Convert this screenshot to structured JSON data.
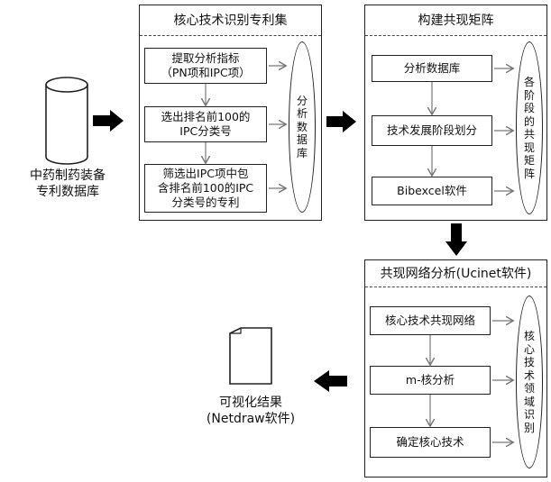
{
  "database": {
    "label": "中药制药装备\n专利数据库"
  },
  "panel1": {
    "title": "核心技术识别专利集",
    "steps": [
      "提取分析指标\n（PN项和IPC项）",
      "选出排名前100的\nIPC分类号",
      "筛选出IPC项中包\n含排名前100的IPC\n分类号的专利"
    ],
    "ellipse_label": "分析数据库"
  },
  "panel2": {
    "title": "构建共现矩阵",
    "steps": [
      "分析数据库",
      "技术发展阶段划分",
      "Bibexcel软件"
    ],
    "ellipse_label": "各阶段的共现矩阵"
  },
  "panel3": {
    "title": "共现网络分析(Ucinet软件)",
    "steps": [
      "核心技术共现网络",
      "m-核分析",
      "确定核心技术"
    ],
    "ellipse_label": "核心技术领域识别"
  },
  "result": {
    "label": "可视化结果\n(Netdraw软件)"
  }
}
